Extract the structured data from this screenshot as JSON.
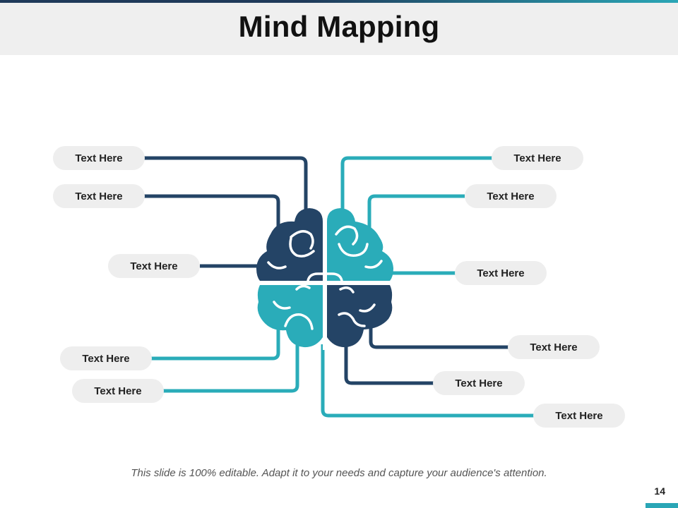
{
  "slide": {
    "title": "Mind Mapping",
    "footer": "This slide is 100% editable. Adapt it to your needs and capture your audience's attention.",
    "page_number": "14"
  },
  "colors": {
    "dark": "#244466",
    "teal": "#2aacb9",
    "pill": "#eeeeee"
  },
  "labels": {
    "l1": "Text Here",
    "l2": "Text Here",
    "l3": "Text Here",
    "l4": "Text Here",
    "l5": "Text Here",
    "r1": "Text Here",
    "r2": "Text Here",
    "r3": "Text Here",
    "r4": "Text Here",
    "r5": "Text Here",
    "r6": "Text Here"
  }
}
